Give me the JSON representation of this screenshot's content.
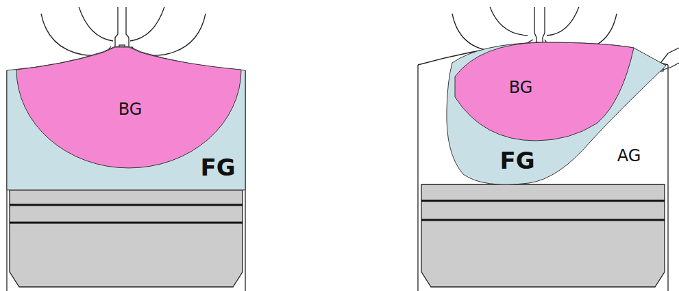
{
  "diagram": {
    "nodes": [
      {
        "text": [
          "FG"
        ]
      },
      {
        "text": [
          "BG"
        ],
        "in": 0
      },
      {
        "text": [
          "FG"
        ]
      },
      {
        "text": [
          "BG"
        ],
        "in": 2
      }
    ],
    "labels": [
      "AG"
    ]
  }
}
